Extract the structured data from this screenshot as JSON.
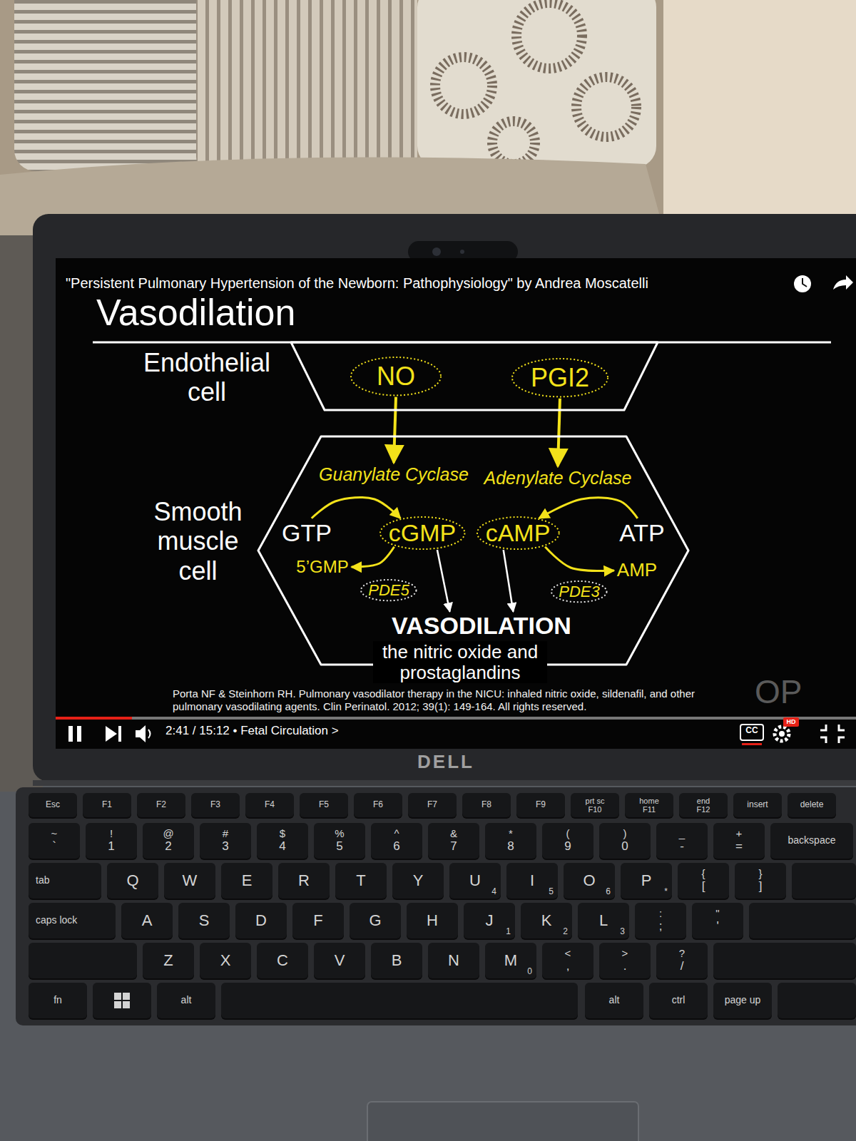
{
  "diagram": {
    "title": "Vasodilation",
    "caption": "Porta NF & Steinhorn RH. Pulmonary vasodilator therapy in the NICU: inhaled nitric oxide, sildenafil, and other pulmonary vasodilating agents. Clin Perinatol. 2012; 39(1): 149-164. All rights reserved.",
    "nodes": [
      {
        "text": [
          "Endothelial cell"
        ]
      },
      {
        "text": [
          "NO"
        ],
        "in": 0
      },
      {
        "text": [
          "PGI2"
        ],
        "in": 0
      },
      {
        "text": [
          "Smooth muscle cell"
        ]
      },
      {
        "text": [
          "Guanylate Cyclase"
        ],
        "in": 3
      },
      {
        "text": [
          "Adenylate Cyclase"
        ],
        "in": 3
      },
      {
        "text": [
          "GTP"
        ],
        "in": 3
      },
      {
        "text": [
          "cGMP"
        ],
        "in": 3
      },
      {
        "text": [
          "cAMP"
        ],
        "in": 3
      },
      {
        "text": [
          "ATP"
        ],
        "in": 3
      },
      {
        "text": [
          "5’GMP"
        ],
        "in": 3
      },
      {
        "text": [
          "AMP"
        ],
        "in": 3
      },
      {
        "text": [
          "PDE5"
        ],
        "in": 3
      },
      {
        "text": [
          "PDE3"
        ],
        "in": 3
      },
      {
        "text": [
          "VASODILATION"
        ],
        "in": 3
      }
    ],
    "edges": [
      {
        "from": 1,
        "to": 4,
        "arrow": "to"
      },
      {
        "from": 2,
        "to": 5,
        "arrow": "to"
      },
      {
        "from": 6,
        "to": 7,
        "arrow": "to"
      },
      {
        "from": 9,
        "to": 8,
        "arrow": "to"
      },
      {
        "from": 7,
        "to": 10,
        "arrow": "to"
      },
      {
        "from": 8,
        "to": 11,
        "arrow": "to"
      },
      {
        "from": 7,
        "to": 14,
        "arrow": "to"
      },
      {
        "from": 8,
        "to": 14,
        "arrow": "to"
      }
    ],
    "labels": [
      "\"Persistent Pulmonary Hypertension of the Newborn: Pathophysiology\" by Andrea Moscatelli",
      "the nitric oxide and prostaglandins",
      "2:41 / 15:12 • Fetal Circulation >",
      "CC",
      "HD",
      "OP",
      "DELL",
      "Esc",
      "F1",
      "F2",
      "F3",
      "F4",
      "F5",
      "F6",
      "F7",
      "F8",
      "F9",
      "prt sc",
      "F10",
      "home",
      "F11",
      "end",
      "F12",
      "insert",
      "delete",
      "~",
      "`",
      "!",
      "1",
      "@",
      "2",
      "#",
      "3",
      "$",
      "4",
      "%",
      "5",
      "^",
      "6",
      "&",
      "7",
      "*",
      "8",
      "(",
      "9",
      ")",
      "0",
      "_",
      "-",
      "+",
      "=",
      "backspace",
      "tab",
      "Q",
      "W",
      "E",
      "R",
      "T",
      "Y",
      "U",
      "4",
      "I",
      "5",
      "O",
      "6",
      "P",
      "*",
      "{",
      "[",
      "}",
      "]",
      "caps lock",
      "A",
      "S",
      "D",
      "F",
      "G",
      "H",
      "J",
      "1",
      "K",
      "2",
      "L",
      "3",
      ":",
      ";",
      "\"",
      "'",
      "Z",
      "X",
      "C",
      "V",
      "B",
      "N",
      "M",
      "0",
      "<",
      ",",
      ">",
      ".",
      "?",
      "/",
      "fn",
      "alt",
      "alt",
      "ctrl",
      "page up"
    ]
  }
}
